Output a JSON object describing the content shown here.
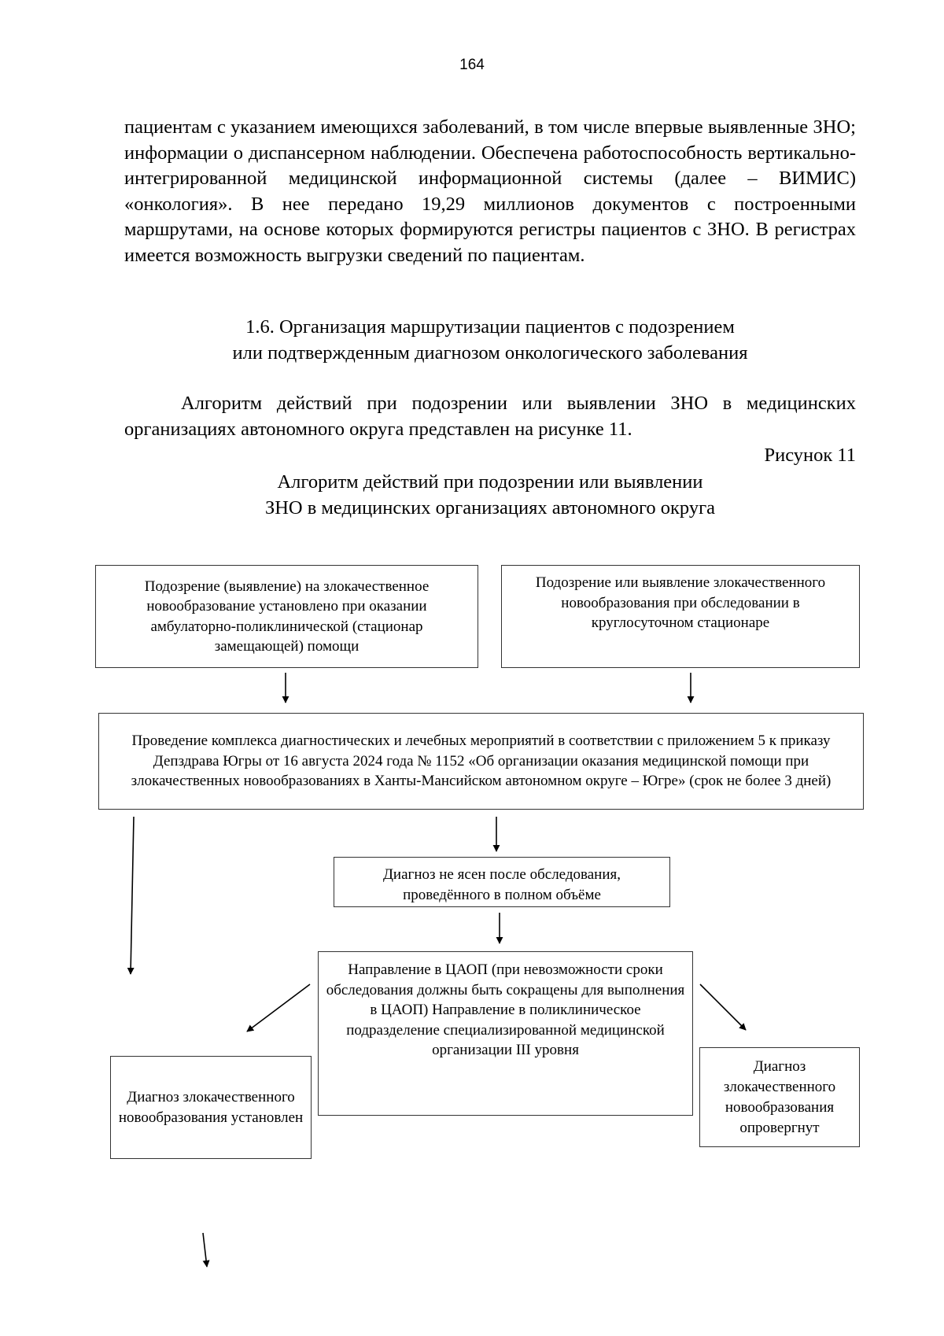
{
  "page_number": "164",
  "paragraph_1": "пациентам с указанием имеющихся заболеваний, в том числе впервые выявленные ЗНО; информации о диспансерном наблюдении. Обеспечена работоспособность вертикально-интегрированной медицинской информационной системы (далее – ВИМИС) «онкология». В нее передано 19,29 миллионов документов с построенными маршрутами, на основе которых формируются регистры пациентов с ЗНО. В регистрах имеется возможность выгрузки сведений по пациентам.",
  "section_heading": {
    "line1": "1.6. Организация маршрутизации пациентов с подозрением",
    "line2": "или подтвержденным диагнозом онкологического заболевания"
  },
  "paragraph_2": "Алгоритм действий при подозрении или выявлении ЗНО в медицинских организациях автономного округа представлен на рисунке 11.",
  "figure_label": "Рисунок 11",
  "figure_title": {
    "line1": "Алгоритм действий при подозрении или выявлении",
    "line2": "ЗНО в медицинских организациях автономного округа"
  },
  "flowchart": {
    "box_outpatient": "Подозрение (выявление) на злокачественное новообразование установлено при оказании амбулаторно-поликлинической (стационар замещающей) помощи",
    "box_inpatient": "Подозрение или выявление злокачественного новообразования при обследовании в круглосуточном стационаре",
    "box_diagnostics": "Проведение комплекса диагностических и лечебных мероприятий в соответствии с приложением 5 к приказу Депздрава Югры от 16 августа 2024 года № 1152 «Об организации оказания медицинской помощи при злокачественных новообразованиях в Ханты-Мансийском автономном округе – Югре» (срок не более 3 дней)",
    "box_unclear": "Диагноз не ясен после обследования, проведённого в полном объёме",
    "box_referral": {
      "line1": "Направление в ЦАОП (при невозможности сроки обследования должны быть сокращены для выполнения в ЦАОП)",
      "line2": "Направление в поликлиническое подразделение специализированной медицинской организации III уровня"
    },
    "box_confirmed": "Диагноз злокачественного новообразования установлен",
    "box_refuted": "Диагноз злокачественного новообразования опровергнут"
  }
}
